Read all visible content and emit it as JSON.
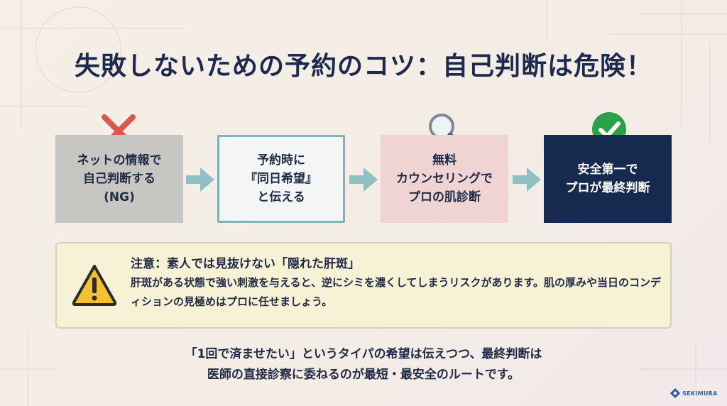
{
  "title": "失敗しないための予約のコツ：自己判断は危険！",
  "steps": [
    {
      "label": "ネットの情報で\n自己判断する\n(NG)",
      "icon": "cross-icon"
    },
    {
      "label": "予約時に\n『同日希望』\nと伝える",
      "icon": ""
    },
    {
      "label": "無料\nカウンセリングで\nプロの肌診断",
      "icon": "magnifier-icon"
    },
    {
      "label": "安全第一で\nプロが最終判断",
      "icon": "check-icon"
    }
  ],
  "note": {
    "icon": "warning-icon",
    "title": "注意：素人では見抜けない「隠れた肝斑」",
    "body": "肝斑がある状態で強い刺激を与えると、逆にシミを濃くしてしまうリスクがあります。肌の厚みや当日のコンディションの見極めはプロに任せましょう。"
  },
  "footer": "「1回で済ませたい」というタイパの希望は伝えつつ、最終判断は\n医師の直接診察に委ねるのが最短・最安全のルートです。",
  "logo": {
    "text": "SEKIMURA"
  },
  "colors": {
    "title": "#1b2a4e",
    "step_ng": "#c7c6c3",
    "step_teal_border": "#7fb3b5",
    "step_pink": "#f0d4d4",
    "step_navy": "#16294f",
    "arrow": "#8fc0c2",
    "cross": "#d9584f",
    "check": "#2aa24a",
    "note_bg": "#f7f1d5",
    "warning": "#f2c230"
  }
}
